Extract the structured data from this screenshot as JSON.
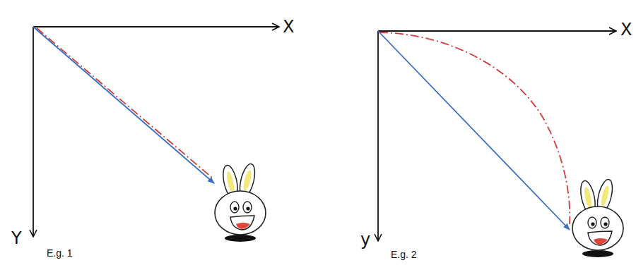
{
  "diagram": {
    "labels": [
      "X",
      "Y",
      "E.g. 1",
      "X",
      "y",
      "E.g. 2"
    ]
  }
}
